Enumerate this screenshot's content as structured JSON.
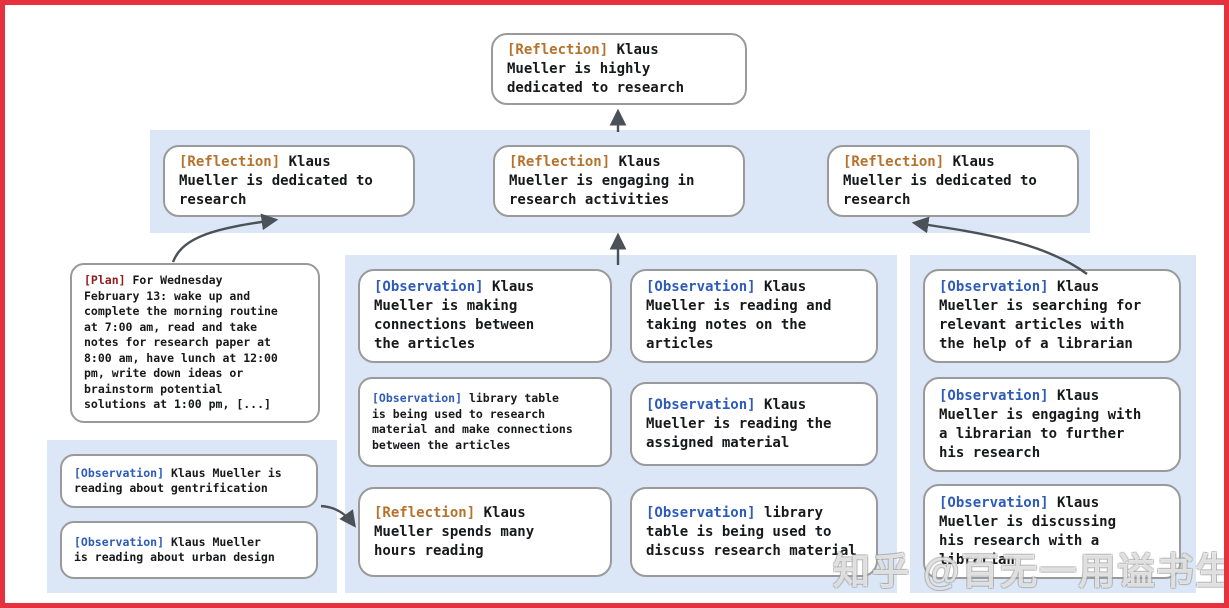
{
  "colors": {
    "frame_red": "#e5323e",
    "band_blue": "#dbe7f6",
    "box_border": "#9a9a9a",
    "reflection": "#b5722d",
    "observation": "#2e5bb8",
    "plan": "#8f1d1d",
    "arrow": "#4b5158",
    "text": "#17181a"
  },
  "nodes": {
    "top": {
      "tag": "[Reflection]",
      "body": "Klaus\nMueller is highly\ndedicated to research"
    },
    "reflections": [
      {
        "tag": "[Reflection]",
        "body": "Klaus\nMueller is dedicated to\nresearch"
      },
      {
        "tag": "[Reflection]",
        "body": "Klaus\nMueller is engaging in\nresearch activities"
      },
      {
        "tag": "[Reflection]",
        "body": "Klaus\nMueller is dedicated to\nresearch"
      }
    ],
    "plan": {
      "tag": "[Plan]",
      "body": "For Wednesday\nFebruary 13: wake up and\ncomplete the morning routine\nat 7:00 am, read and take\nnotes for research paper at\n8:00 am, have lunch at 12:00\npm, write down ideas or\nbrainstorm potential\nsolutions at 1:00 pm, [...]"
    },
    "left_observations": [
      {
        "tag": "[Observation]",
        "body": "Klaus Mueller is\nreading about gentrification"
      },
      {
        "tag": "[Observation]",
        "body": "Klaus Mueller\nis reading about urban design"
      }
    ],
    "middle_left": [
      {
        "tag": "[Observation]",
        "body": "Klaus\nMueller is making\nconnections between\nthe articles"
      },
      {
        "tag": "[Observation]",
        "body": "library table\nis being used to research\nmaterial and make connections\nbetween the articles"
      },
      {
        "tag": "[Reflection]",
        "body": "Klaus\nMueller spends many\nhours reading"
      }
    ],
    "middle_right": [
      {
        "tag": "[Observation]",
        "body": "Klaus\nMueller is reading and\ntaking notes on the\narticles"
      },
      {
        "tag": "[Observation]",
        "body": "Klaus\nMueller is reading the\nassigned material"
      },
      {
        "tag": "[Observation]",
        "body": "library\ntable is being used to\ndiscuss research material"
      }
    ],
    "right_column": [
      {
        "tag": "[Observation]",
        "body": "Klaus\nMueller is searching for\nrelevant articles with\nthe help of a librarian"
      },
      {
        "tag": "[Observation]",
        "body": "Klaus\nMueller is engaging with\na librarian to further\nhis research"
      },
      {
        "tag": "[Observation]",
        "body": "Klaus\nMueller is discussing\nhis research with a\nlibrarian"
      }
    ]
  },
  "watermark": {
    "text": "知乎 @百无一用谥书生"
  }
}
